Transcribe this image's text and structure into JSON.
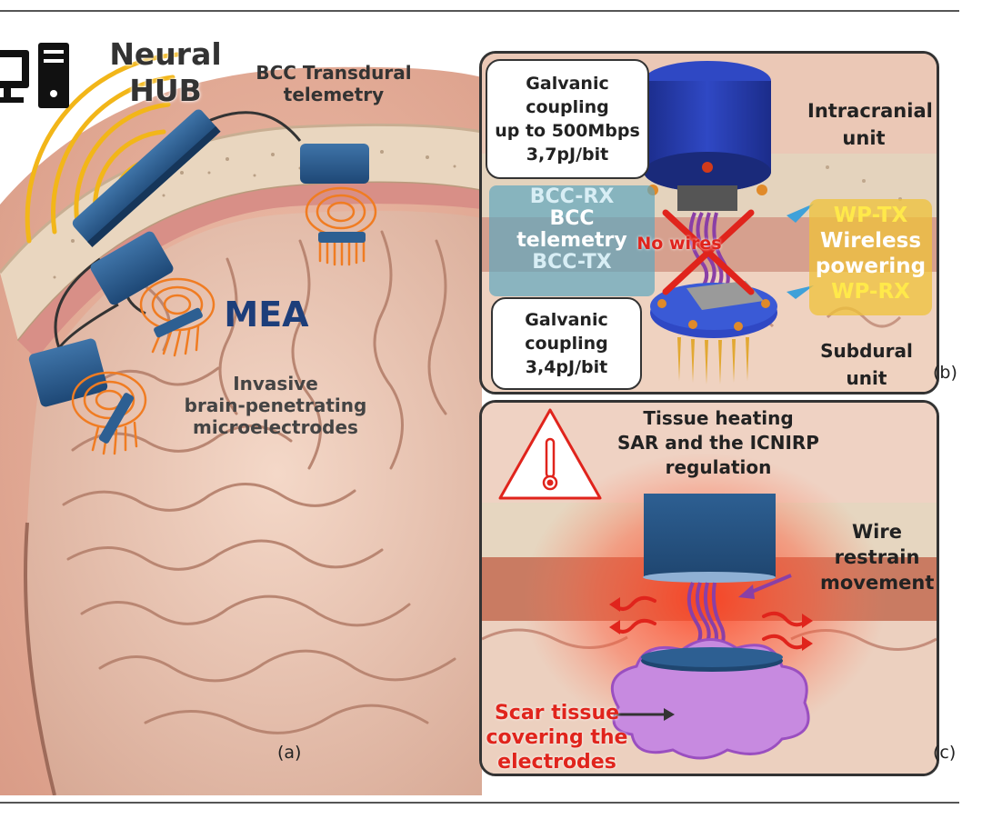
{
  "panel_a": {
    "neural_hub": [
      "Neural",
      "HUB"
    ],
    "bcc_transdural": [
      "BCC Transdural",
      "telemetry"
    ],
    "mea": "MEA",
    "invasive": [
      "Invasive",
      "brain-penetrating",
      "microelectrodes"
    ],
    "tag": "(a)"
  },
  "panel_b": {
    "galvanic_top": [
      "Galvanic",
      "coupling",
      "up to 500Mbps",
      "3,7pJ/bit"
    ],
    "bcc": [
      "BCC-RX",
      "BCC",
      "telemetry",
      "BCC-TX"
    ],
    "no_wires": "No wires",
    "intracranial": [
      "Intracranial",
      "unit"
    ],
    "wireless": [
      "WP-TX",
      "Wireless",
      "powering",
      "WP-RX"
    ],
    "galvanic_bottom": [
      "Galvanic",
      "coupling",
      "3,4pJ/bit"
    ],
    "subdural": [
      "Subdural",
      "unit"
    ],
    "tag": "(b)"
  },
  "panel_c": {
    "heating": [
      "Tissue heating",
      "SAR and the ICNIRP",
      "regulation"
    ],
    "wire": [
      "Wire",
      "restrain",
      "movement"
    ],
    "scar": [
      "Scar tissue",
      "covering the",
      "electrodes"
    ],
    "tag": "(c)"
  },
  "colors": {
    "device_blue": "#2d5f92",
    "hub_arcs": "#f2b619",
    "signal_orange": "#f07c22",
    "mea_blue": "#1d3e7a",
    "scar_purple": "#b46ed8",
    "warning_red": "#e0241c",
    "wp_yellow": "#ffe94a"
  }
}
